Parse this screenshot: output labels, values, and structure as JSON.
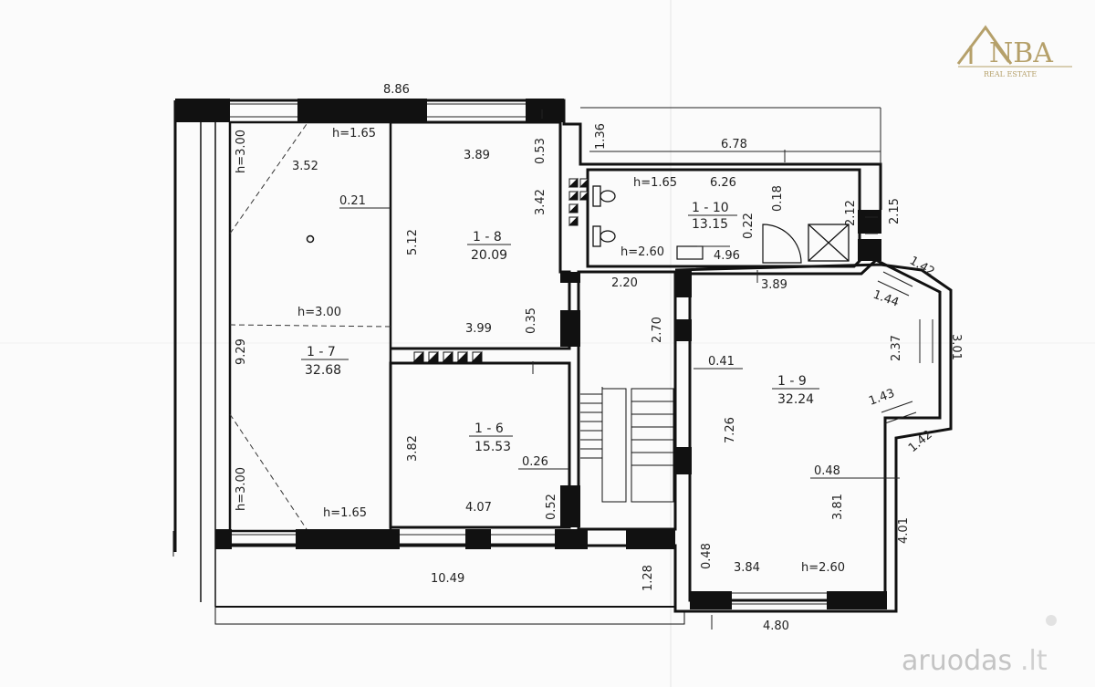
{
  "logo": {
    "brand": "NBA",
    "sub": "REAL ESTATE",
    "color": "#b5a06a"
  },
  "watermark": {
    "text": "aruodas",
    "suffix": ".lt"
  },
  "rooms": {
    "r17": {
      "id": "1 - 7",
      "area": "32.68"
    },
    "r18": {
      "id": "1 - 8",
      "area": "20.09"
    },
    "r16": {
      "id": "1 - 6",
      "area": "15.53"
    },
    "r110": {
      "id": "1 - 10",
      "area": "13.15"
    },
    "r19": {
      "id": "1 - 9",
      "area": "32.24"
    }
  },
  "dimensions": {
    "top_886": "8.86",
    "h165_a": "h=1.65",
    "d352": "3.52",
    "v300_top": "h=3.00",
    "d021": "0.21",
    "h300_mid": "h=3.00",
    "v929": "9.29",
    "v300_bot": "h=3.00",
    "h165_b": "h=1.65",
    "d389_a": "3.89",
    "v053": "0.53",
    "v342": "3.42",
    "v512": "5.12",
    "d399": "3.99",
    "v035": "0.35",
    "v382": "3.82",
    "d026": "0.26",
    "d407": "4.07",
    "v052": "0.52",
    "v136": "1.36",
    "d678": "6.78",
    "h165_c": "h=1.65",
    "d626": "6.26",
    "v018": "0.18",
    "v212": "2.12",
    "v215": "2.15",
    "v022": "0.22",
    "h260_a": "h=2.60",
    "d496": "4.96",
    "d220": "2.20",
    "v270": "2.70",
    "d389_b": "3.89",
    "d142_a": "1.42",
    "d144": "1.44",
    "v237": "2.37",
    "v301": "3.01",
    "d041": "0.41",
    "v726": "7.26",
    "d143": "1.43",
    "d142_b": "1.42",
    "d048_a": "0.48",
    "v381": "3.81",
    "v401": "4.01",
    "v048_b": "0.48",
    "d384": "3.84",
    "h260_b": "h=2.60",
    "d1049": "10.49",
    "v128": "1.28",
    "d480": "4.80"
  }
}
